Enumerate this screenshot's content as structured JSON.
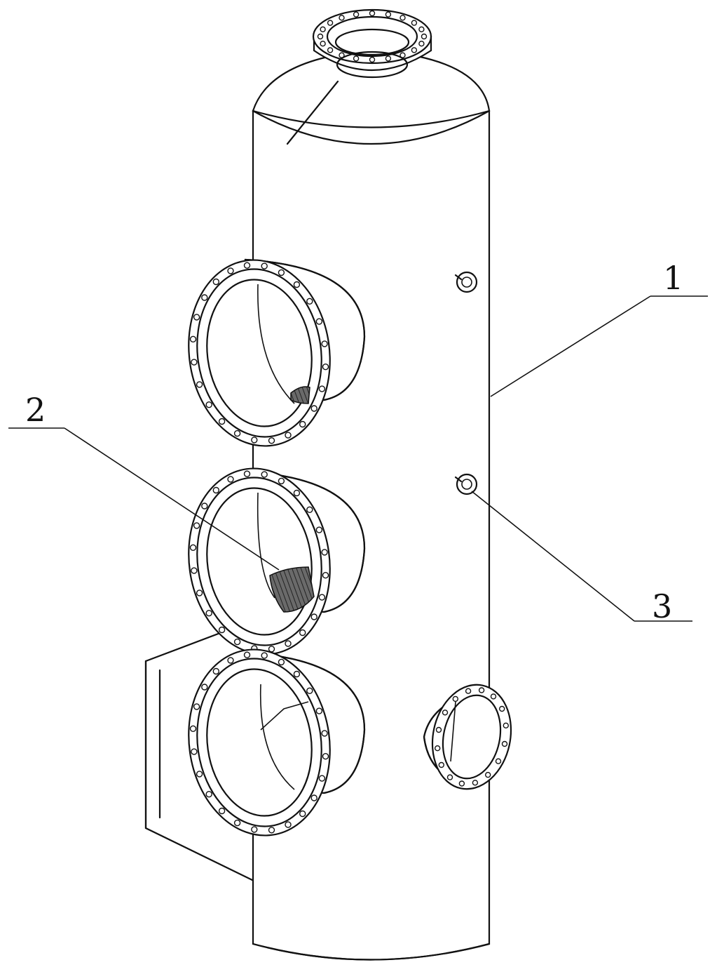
{
  "labels": {
    "tower_body": "1",
    "packing_layer": "2",
    "sensor": "3"
  },
  "colors": {
    "line": "#111111",
    "background": "#ffffff",
    "packing": "#444444"
  }
}
